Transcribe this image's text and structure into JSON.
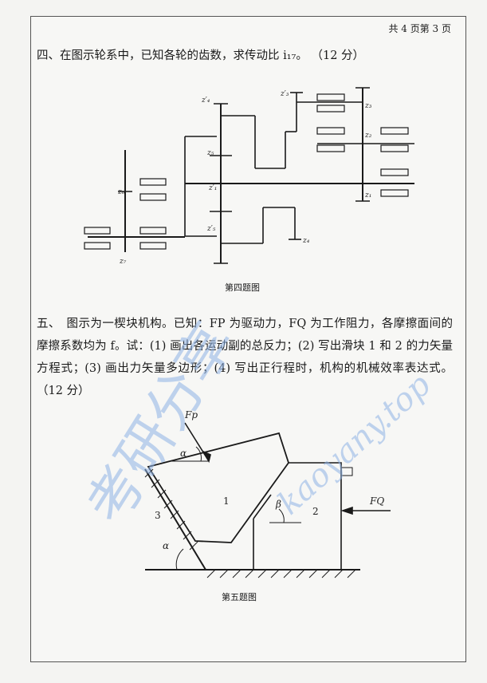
{
  "header": {
    "page_info": "共 4 页第 3 页"
  },
  "question4": {
    "text": "四、在图示轮系中，已知各轮的齿数，求传动比 i₁₇。 （12 分）",
    "caption": "第四题图",
    "gear_labels": {
      "z4p": "z′₄",
      "z3p": "z′₃",
      "z3": "z₃",
      "z2": "z₂",
      "z1": "z₁",
      "z5": "z₅",
      "z5p": "z′₅",
      "z6": "z₆",
      "z7": "z₇",
      "z4": "z₄",
      "z1p": "z′₁"
    }
  },
  "question5": {
    "text": "五、　图示为一楔块机构。已知：FP 为驱动力，FQ 为工作阻力，各摩擦面间的摩擦系数均为 f。试：(1) 画出各运动副的总反力；(2) 写出滑块 1 和 2 的力矢量方程式；(3) 画出力矢量多边形；(4) 写出正行程时，机构的机械效率表达式。（12 分）",
    "caption": "第五题图",
    "labels": {
      "fp": "Fp",
      "fq": "FQ",
      "alpha": "α",
      "beta": "β",
      "block1": "1",
      "block2": "2",
      "frame3": "3"
    }
  },
  "watermark": {
    "text1": "考研分享",
    "text2": "kaoyany.top"
  }
}
